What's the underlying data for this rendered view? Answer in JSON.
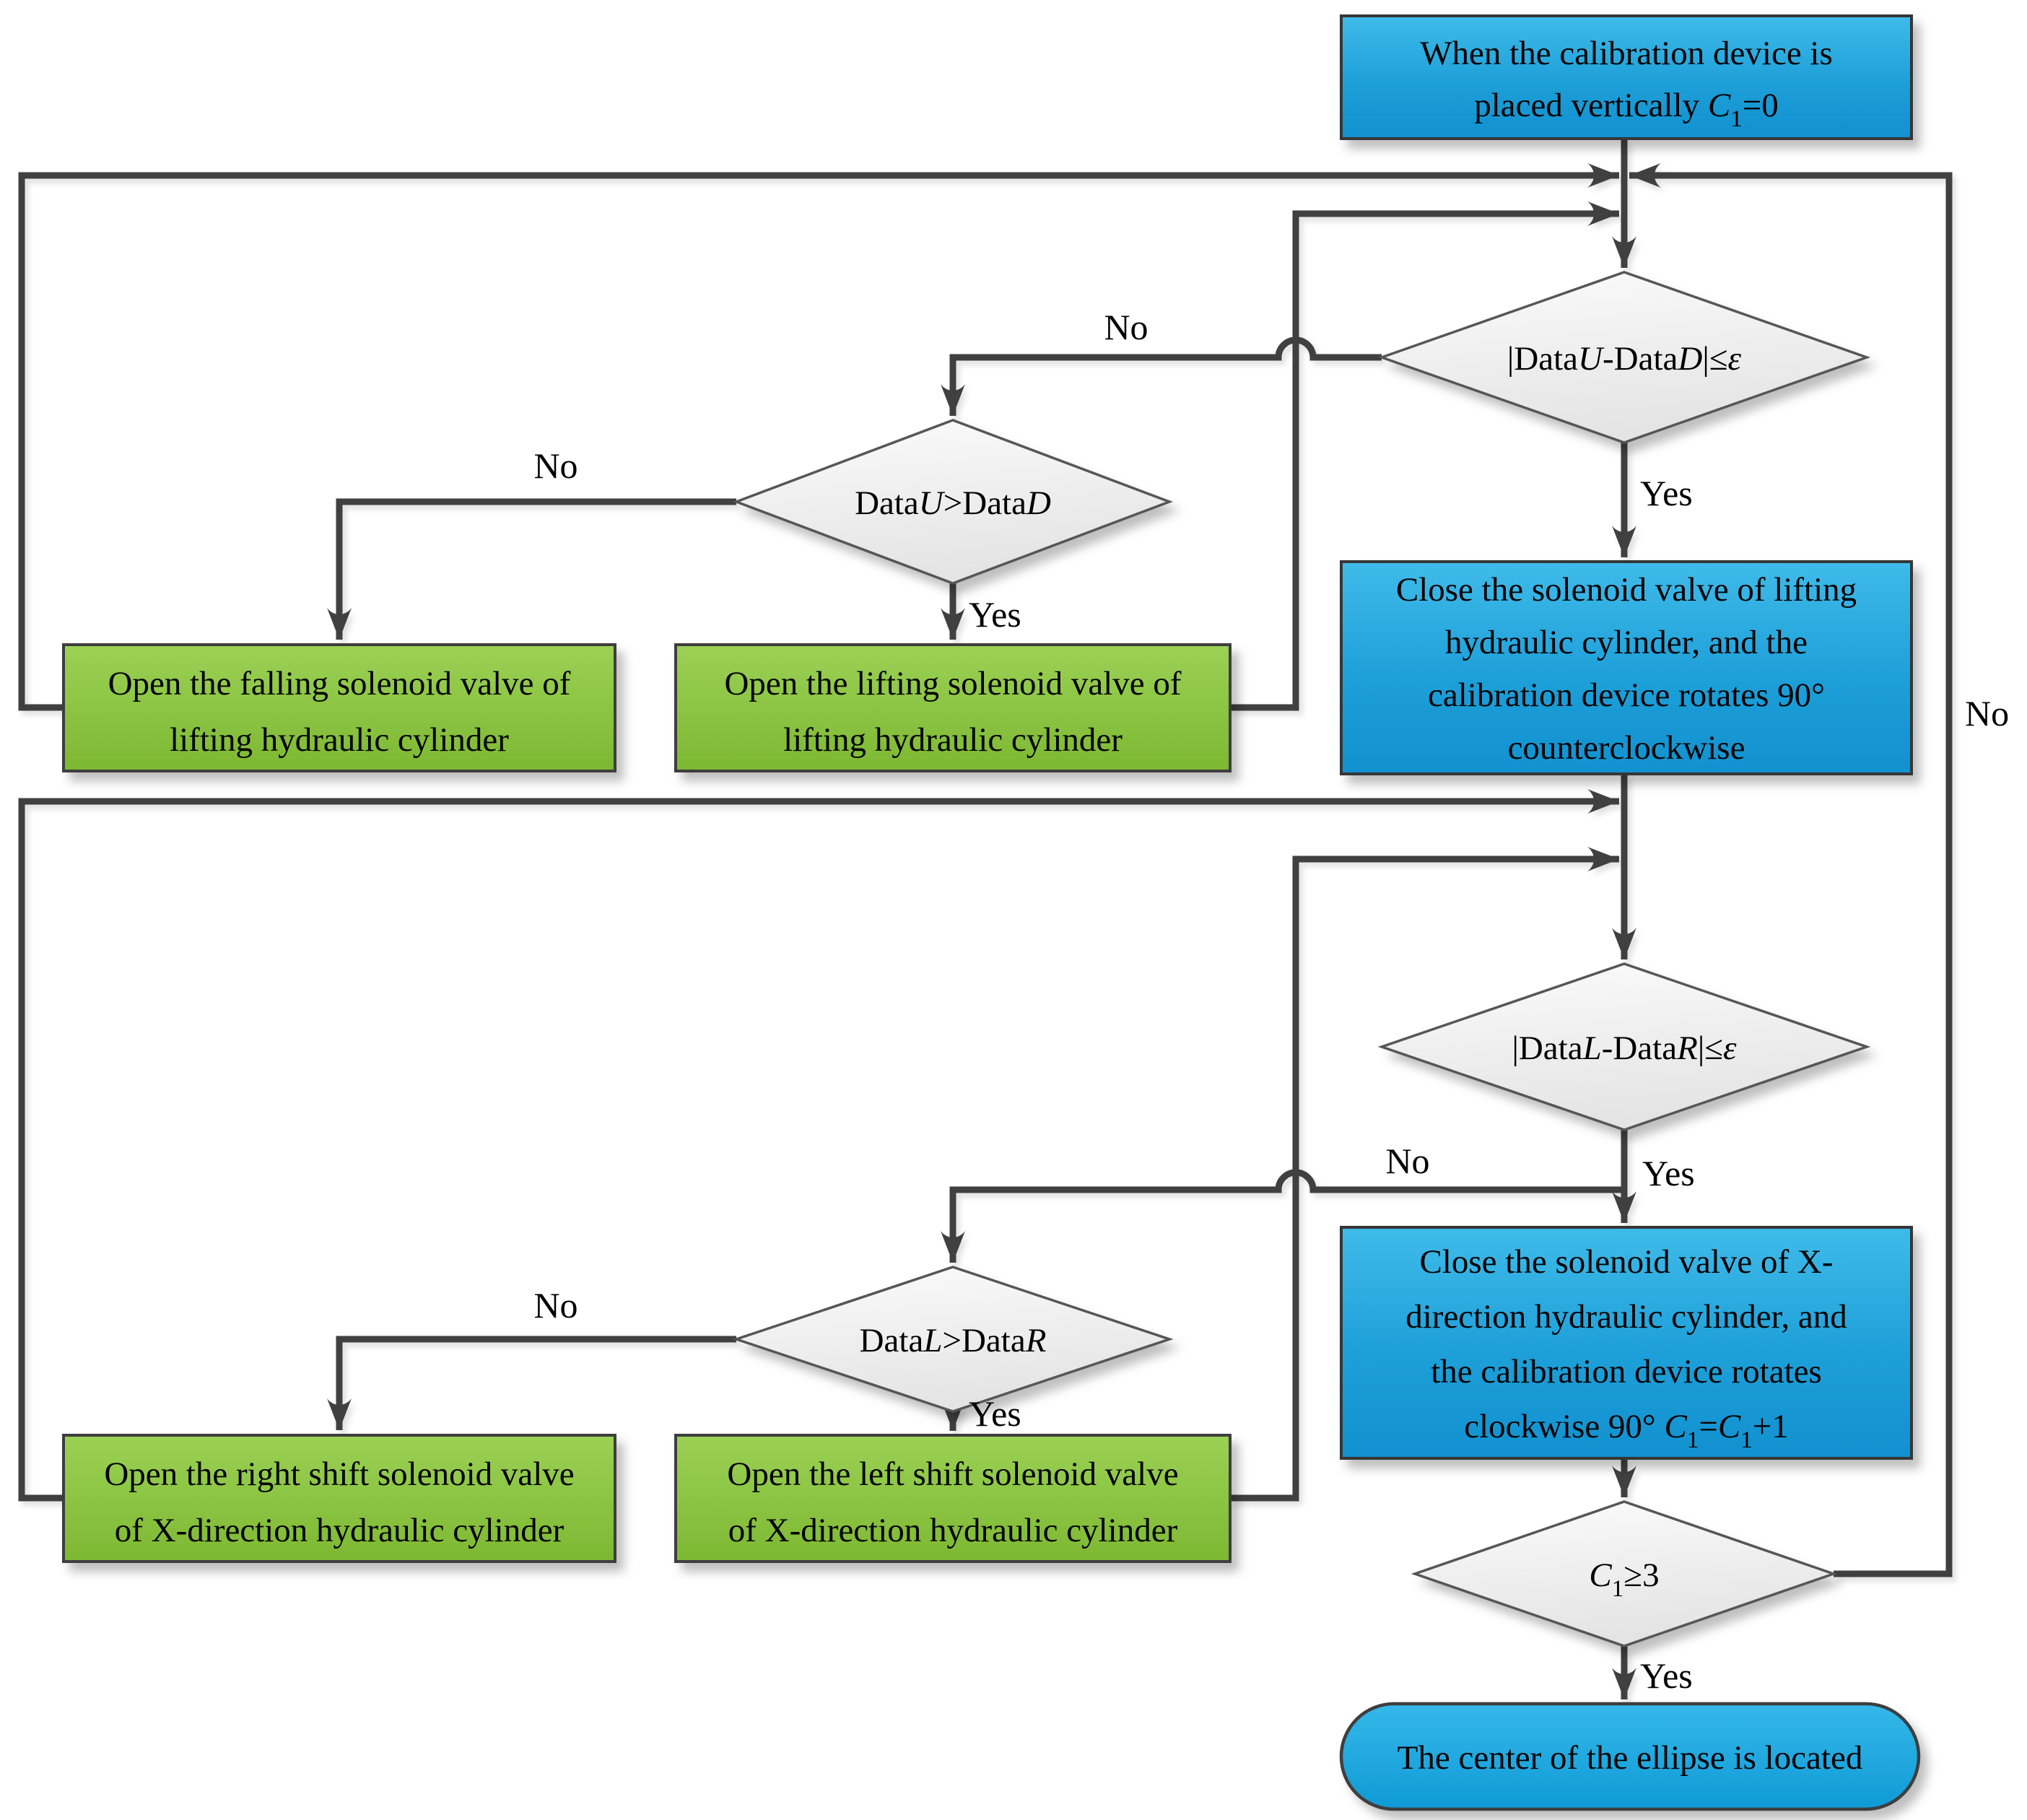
{
  "colors": {
    "process_blue_top": "#3fbbe9",
    "process_blue_bottom": "#1191cf",
    "action_green_top": "#9bd155",
    "action_green_bottom": "#7db832",
    "decision_fill_top": "#fbfbfb",
    "decision_fill_bottom": "#e7e7e7",
    "connector_line": "#404040",
    "text": "#000000"
  },
  "branch_labels": {
    "yes": "Yes",
    "no": "No"
  },
  "nodes": {
    "start": {
      "type": "process",
      "text": "When the calibration device is placed vertically C₁=0",
      "lines": [
        "When the calibration device is",
        "placed vertically C₁=0"
      ],
      "line2_runs": [
        {
          "t": "placed vertically "
        },
        {
          "t": "C",
          "i": true
        },
        {
          "t": "1",
          "sub": true
        },
        {
          "t": "=0"
        }
      ]
    },
    "check_ud": {
      "type": "decision",
      "text": "|DataU-DataD|≤ε",
      "runs": [
        {
          "t": "|Data"
        },
        {
          "t": "U",
          "i": true
        },
        {
          "t": "-Data"
        },
        {
          "t": "D",
          "i": true
        },
        {
          "t": "|≤"
        },
        {
          "t": "ε",
          "i": true
        }
      ]
    },
    "check_ud_gt": {
      "type": "decision",
      "text": "DataU>DataD",
      "runs": [
        {
          "t": "Data"
        },
        {
          "t": "U",
          "i": true
        },
        {
          "t": ">Data"
        },
        {
          "t": "D",
          "i": true
        }
      ]
    },
    "open_falling": {
      "type": "action",
      "text": "Open the falling solenoid valve of lifting hydraulic cylinder",
      "lines": [
        "Open the falling solenoid valve of",
        "lifting hydraulic cylinder"
      ]
    },
    "open_lifting": {
      "type": "action",
      "text": "Open the lifting solenoid valve of lifting hydraulic cylinder",
      "lines": [
        "Open the lifting solenoid valve of",
        "lifting hydraulic cylinder"
      ]
    },
    "close_lifting": {
      "type": "process",
      "text": "Close the solenoid valve of lifting hydraulic cylinder, and the calibration device rotates 90° counterclockwise",
      "lines": [
        "Close the solenoid valve of lifting",
        "hydraulic cylinder, and the",
        "calibration device rotates 90°",
        "counterclockwise"
      ]
    },
    "check_lr": {
      "type": "decision",
      "text": "|DataL-DataR|≤ε",
      "runs": [
        {
          "t": "|Data"
        },
        {
          "t": "L",
          "i": true
        },
        {
          "t": "-Data"
        },
        {
          "t": "R",
          "i": true
        },
        {
          "t": "|≤"
        },
        {
          "t": "ε",
          "i": true
        }
      ]
    },
    "check_lr_gt": {
      "type": "decision",
      "text": "DataL>DataR",
      "runs": [
        {
          "t": "Data"
        },
        {
          "t": "L",
          "i": true
        },
        {
          "t": ">Data"
        },
        {
          "t": "R",
          "i": true
        }
      ]
    },
    "open_right": {
      "type": "action",
      "text": "Open the right shift solenoid valve of X-direction hydraulic cylinder",
      "lines": [
        "Open the right shift solenoid valve",
        "of X-direction hydraulic cylinder"
      ]
    },
    "open_left": {
      "type": "action",
      "text": "Open the left shift solenoid valve of X-direction hydraulic cylinder",
      "lines": [
        "Open the left shift solenoid valve",
        "of X-direction hydraulic cylinder"
      ]
    },
    "close_x": {
      "type": "process",
      "text": "Close the solenoid valve of X-direction hydraulic cylinder, and the calibration device rotates clockwise 90°  C₁=C₁+1",
      "lines": [
        "Close the solenoid valve of X-",
        "direction hydraulic cylinder, and",
        "the calibration device rotates",
        "clockwise 90°  C₁=C₁+1"
      ],
      "line4_runs": [
        {
          "t": "clockwise 90°      "
        },
        {
          "t": "C",
          "i": true
        },
        {
          "t": "1",
          "sub": true
        },
        {
          "t": "="
        },
        {
          "t": "C",
          "i": true
        },
        {
          "t": "1",
          "sub": true
        },
        {
          "t": "+1"
        }
      ]
    },
    "check_count": {
      "type": "decision",
      "text": "C₁≥3",
      "runs": [
        {
          "t": "C",
          "i": true
        },
        {
          "t": "1",
          "sub": true
        },
        {
          "t": "≥3"
        }
      ]
    },
    "end": {
      "type": "terminator",
      "text": "The center of the ellipse is located",
      "lines": [
        "The center of the ellipse is located"
      ]
    }
  },
  "edges": [
    {
      "from": "start",
      "to": "check_ud",
      "label": ""
    },
    {
      "from": "check_ud",
      "to": "close_lifting",
      "label": "Yes"
    },
    {
      "from": "check_ud",
      "to": "check_ud_gt",
      "label": "No"
    },
    {
      "from": "check_ud_gt",
      "to": "open_lifting",
      "label": "Yes"
    },
    {
      "from": "check_ud_gt",
      "to": "open_falling",
      "label": "No"
    },
    {
      "from": "open_falling",
      "to": "check_ud",
      "label": ""
    },
    {
      "from": "open_lifting",
      "to": "check_ud",
      "label": ""
    },
    {
      "from": "close_lifting",
      "to": "check_lr",
      "label": ""
    },
    {
      "from": "check_lr",
      "to": "close_x",
      "label": "Yes"
    },
    {
      "from": "check_lr",
      "to": "check_lr_gt",
      "label": "No"
    },
    {
      "from": "check_lr_gt",
      "to": "open_left",
      "label": "Yes"
    },
    {
      "from": "check_lr_gt",
      "to": "open_right",
      "label": "No"
    },
    {
      "from": "open_right",
      "to": "check_lr",
      "label": ""
    },
    {
      "from": "open_left",
      "to": "check_lr",
      "label": ""
    },
    {
      "from": "close_x",
      "to": "check_count",
      "label": ""
    },
    {
      "from": "check_count",
      "to": "end",
      "label": "Yes"
    },
    {
      "from": "check_count",
      "to": "check_ud",
      "label": "No"
    }
  ]
}
